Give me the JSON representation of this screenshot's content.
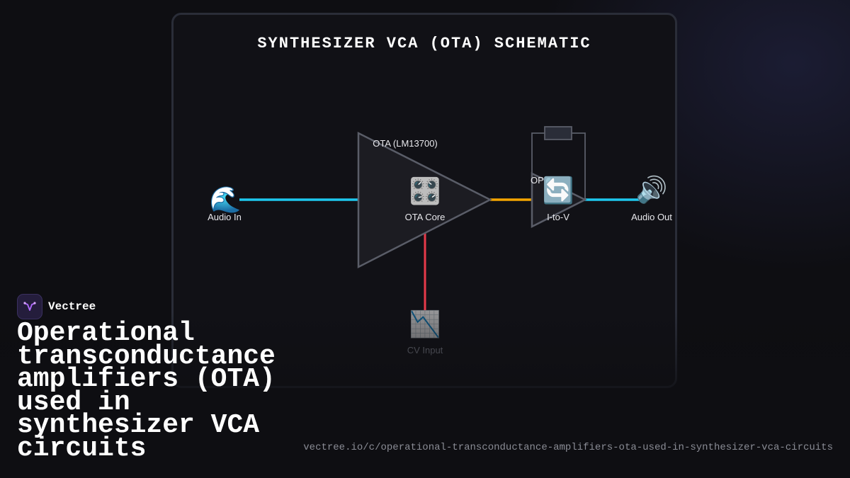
{
  "diagram": {
    "title": "SYNTHESIZER VCA (OTA) SCHEMATIC",
    "ota_label": "OTA (LM13700)",
    "op_label": "OP",
    "nodes": {
      "audio_in": {
        "icon": "🌊",
        "label": "Audio In"
      },
      "ota_core": {
        "icon": "🎛️",
        "label": "OTA Core"
      },
      "i_to_v": {
        "icon": "🔄",
        "label": "I-to-V"
      },
      "audio_out": {
        "icon": "🔊",
        "label": "Audio Out"
      },
      "cv_input": {
        "icon": "📉",
        "label": "CV Input"
      }
    },
    "colors": {
      "audio_wire": "#1ec8ee",
      "current_wire": "#f5a500",
      "cv_wire": "#e83a4a",
      "component_stroke": "#5a5d68"
    }
  },
  "brand": {
    "name": "Vectree",
    "logo_icon": "vectree-logo-icon"
  },
  "headline": "Operational transconductance amplifiers (OTA) used in synthesizer VCA circuits",
  "url": "vectree.io/c/operational-transconductance-amplifiers-ota-used-in-synthesizer-vca-circuits"
}
